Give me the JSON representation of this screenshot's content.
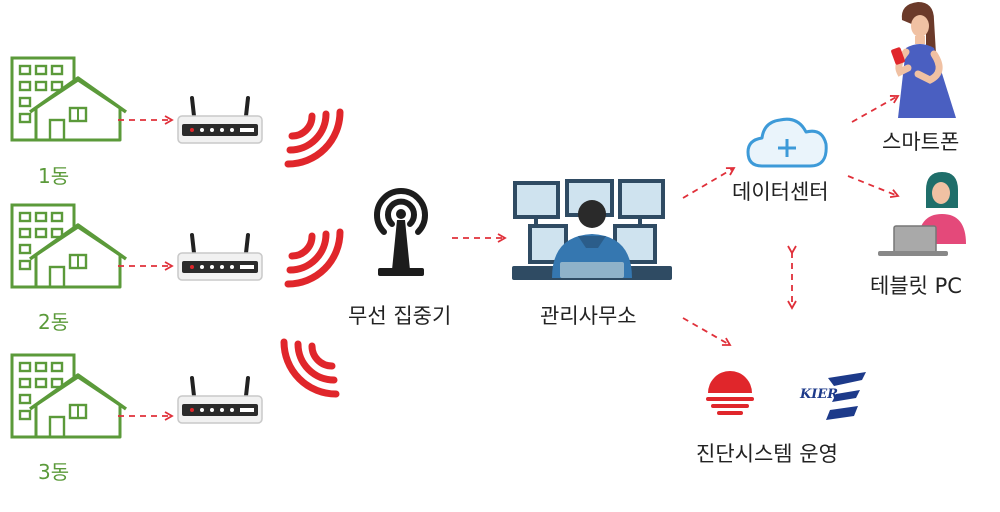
{
  "buildings": [
    {
      "label": "1동"
    },
    {
      "label": "2동"
    },
    {
      "label": "3동"
    }
  ],
  "collector": {
    "label": "무선 집중기"
  },
  "office": {
    "label": "관리사무소"
  },
  "datacenter": {
    "label": "데이터센터"
  },
  "smartphone": {
    "label": "스마트폰"
  },
  "tablet": {
    "label": "테블릿 PC"
  },
  "diagnosis": {
    "label": "진단시스템 운영",
    "logo_text": "KIER"
  },
  "colors": {
    "building": "#5b9a3a",
    "arrow": "#e0303a",
    "signal": "#e0262b",
    "cloud": "#3d9ad8",
    "monitor": "#2f4b63"
  }
}
